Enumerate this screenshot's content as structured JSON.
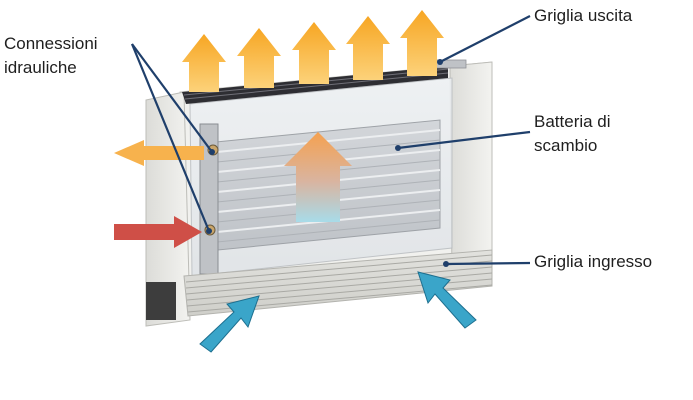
{
  "labels": {
    "connessioni_line1": "Connessioni",
    "connessioni_line2": "idrauliche",
    "griglia_uscita": "Griglia uscita",
    "batteria_line1": "Batteria di",
    "batteria_line2": "scambio",
    "griglia_ingresso": "Griglia ingresso"
  },
  "colors": {
    "callout_line": "#1f3f6b",
    "hot_arrow_top": "#f5a623",
    "hot_arrow_bottom": "#fbd17a",
    "cold_arrow": "#3aa3c8",
    "inlet_water_arrow": "#d9534f",
    "cabinet": "#e9e9e6"
  }
}
